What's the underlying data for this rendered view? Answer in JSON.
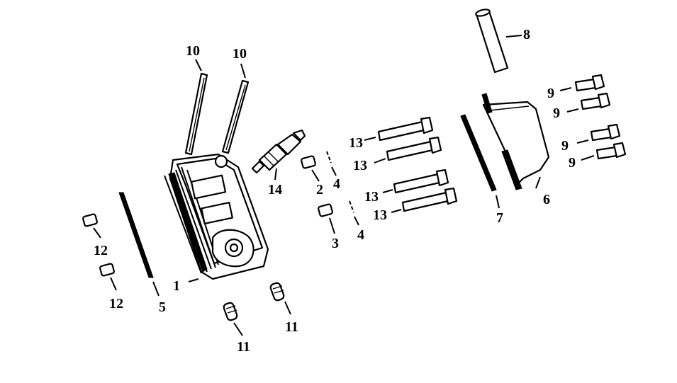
{
  "callouts": [
    {
      "id": "c1",
      "label": "1"
    },
    {
      "id": "c2",
      "label": "2"
    },
    {
      "id": "c3",
      "label": "3"
    },
    {
      "id": "c4a",
      "label": "4"
    },
    {
      "id": "c4b",
      "label": "4"
    },
    {
      "id": "c5",
      "label": "5"
    },
    {
      "id": "c6",
      "label": "6"
    },
    {
      "id": "c7",
      "label": "7"
    },
    {
      "id": "c8",
      "label": "8"
    },
    {
      "id": "c9a",
      "label": "9"
    },
    {
      "id": "c9b",
      "label": "9"
    },
    {
      "id": "c9c",
      "label": "9"
    },
    {
      "id": "c9d",
      "label": "9"
    },
    {
      "id": "c10a",
      "label": "10"
    },
    {
      "id": "c10b",
      "label": "10"
    },
    {
      "id": "c11a",
      "label": "11"
    },
    {
      "id": "c11b",
      "label": "11"
    },
    {
      "id": "c12a",
      "label": "12"
    },
    {
      "id": "c12b",
      "label": "12"
    },
    {
      "id": "c13a",
      "label": "13"
    },
    {
      "id": "c13b",
      "label": "13"
    },
    {
      "id": "c13c",
      "label": "13"
    },
    {
      "id": "c13d",
      "label": "13"
    },
    {
      "id": "c14",
      "label": "14"
    }
  ]
}
